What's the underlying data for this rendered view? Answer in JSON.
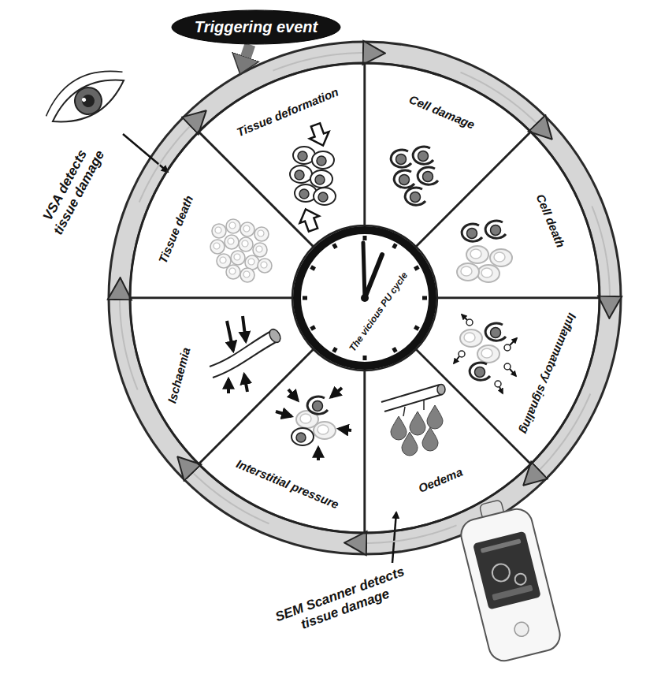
{
  "diagram": {
    "nodes": [
      {
        "text": [
          "Triggering event"
        ]
      },
      {
        "text": [
          "Tissue deformation"
        ]
      },
      {
        "text": [
          "Cell damage"
        ]
      },
      {
        "text": [
          "Cell death"
        ]
      },
      {
        "text": [
          "Inflammatory signaling"
        ]
      },
      {
        "text": [
          "Oedema"
        ]
      },
      {
        "text": [
          "Interstitial pressure"
        ]
      },
      {
        "text": [
          "Ischaemia"
        ]
      },
      {
        "text": [
          "Tissue death"
        ]
      },
      {
        "text": [
          "The vicious PU cycle"
        ]
      }
    ],
    "edges": [
      {
        "from": 0,
        "to": 1,
        "arrow": "to"
      },
      {
        "from": 1,
        "to": 2,
        "arrow": "to"
      },
      {
        "from": 2,
        "to": 3,
        "arrow": "to"
      },
      {
        "from": 3,
        "to": 4,
        "arrow": "to"
      },
      {
        "from": 4,
        "to": 5,
        "arrow": "to"
      },
      {
        "from": 5,
        "to": 6,
        "arrow": "to"
      },
      {
        "from": 6,
        "to": 7,
        "arrow": "to"
      },
      {
        "from": 7,
        "to": 8,
        "arrow": "to"
      },
      {
        "from": 8,
        "to": 1,
        "arrow": "to"
      }
    ],
    "labels": [
      "VSA detects tissue damage",
      "SEM Scanner detects tissue damage"
    ]
  }
}
